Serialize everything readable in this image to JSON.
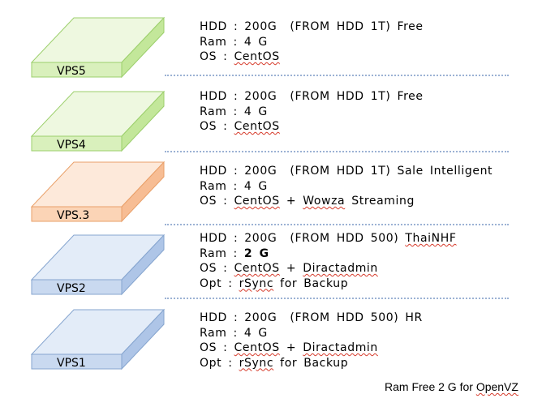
{
  "servers": [
    {
      "label": "VPS5",
      "theme": "green",
      "specs": [
        [
          {
            "t": "HDD : 200G  (FROM HDD 1T) Free"
          }
        ],
        [
          {
            "t": "Ram : 4 G"
          }
        ],
        [
          {
            "t": "OS : "
          },
          {
            "t": "CentOS",
            "u": true
          }
        ]
      ]
    },
    {
      "label": "VPS4",
      "theme": "green",
      "specs": [
        [
          {
            "t": "HDD : 200G  (FROM HDD 1T) Free"
          }
        ],
        [
          {
            "t": "Ram : 4 G"
          }
        ],
        [
          {
            "t": "OS : "
          },
          {
            "t": "CentOS",
            "u": true
          }
        ]
      ]
    },
    {
      "label": "VPS.3",
      "theme": "orange",
      "specs": [
        [
          {
            "t": "HDD : 200G  (FROM HDD 1T) Sale Intelligent"
          }
        ],
        [
          {
            "t": "Ram : 4 G"
          }
        ],
        [
          {
            "t": "OS : "
          },
          {
            "t": "CentOS",
            "u": true
          },
          {
            "t": " + "
          },
          {
            "t": "Wowza",
            "u": true
          },
          {
            "t": " Streaming"
          }
        ]
      ]
    },
    {
      "label": "VPS2",
      "theme": "blue",
      "specs": [
        [
          {
            "t": "HDD : 200G  (FROM HDD 500) "
          },
          {
            "t": "ThaiNHF",
            "u": true
          }
        ],
        [
          {
            "t": "Ram : "
          },
          {
            "t": "2 G",
            "b": true
          }
        ],
        [
          {
            "t": "OS : "
          },
          {
            "t": "CentOS",
            "u": true
          },
          {
            "t": " + "
          },
          {
            "t": "Diractadmin",
            "u": true
          }
        ],
        [
          {
            "t": "Opt : "
          },
          {
            "t": "rSync",
            "u": true
          },
          {
            "t": " for Backup"
          }
        ]
      ]
    },
    {
      "label": "VPS1",
      "theme": "blue",
      "specs": [
        [
          {
            "t": "HDD : 200G  (FROM HDD 500) HR"
          }
        ],
        [
          {
            "t": "Ram : 4 G"
          }
        ],
        [
          {
            "t": "OS : "
          },
          {
            "t": "CentOS",
            "u": true
          },
          {
            "t": " + "
          },
          {
            "t": "Diractadmin",
            "u": true
          }
        ],
        [
          {
            "t": "Opt : "
          },
          {
            "t": "rSync",
            "u": true
          },
          {
            "t": " for Backup"
          }
        ]
      ]
    }
  ],
  "footer": {
    "prefix": "Ram Free 2 G for ",
    "highlight": "OpenVZ"
  },
  "colors": {
    "green": {
      "top": "#eef8e0",
      "front": "#d9f0bc",
      "side": "#c3e79a",
      "stroke": "#9ccf6c"
    },
    "orange": {
      "top": "#fde9da",
      "front": "#fbd4b6",
      "side": "#f7bd94",
      "stroke": "#e9a069"
    },
    "blue": {
      "top": "#e3ecf8",
      "front": "#c9d9f0",
      "side": "#aec5e7",
      "stroke": "#86a5cf"
    },
    "separator": "#9cb2d4",
    "spellcheck": "#d63a2a"
  }
}
